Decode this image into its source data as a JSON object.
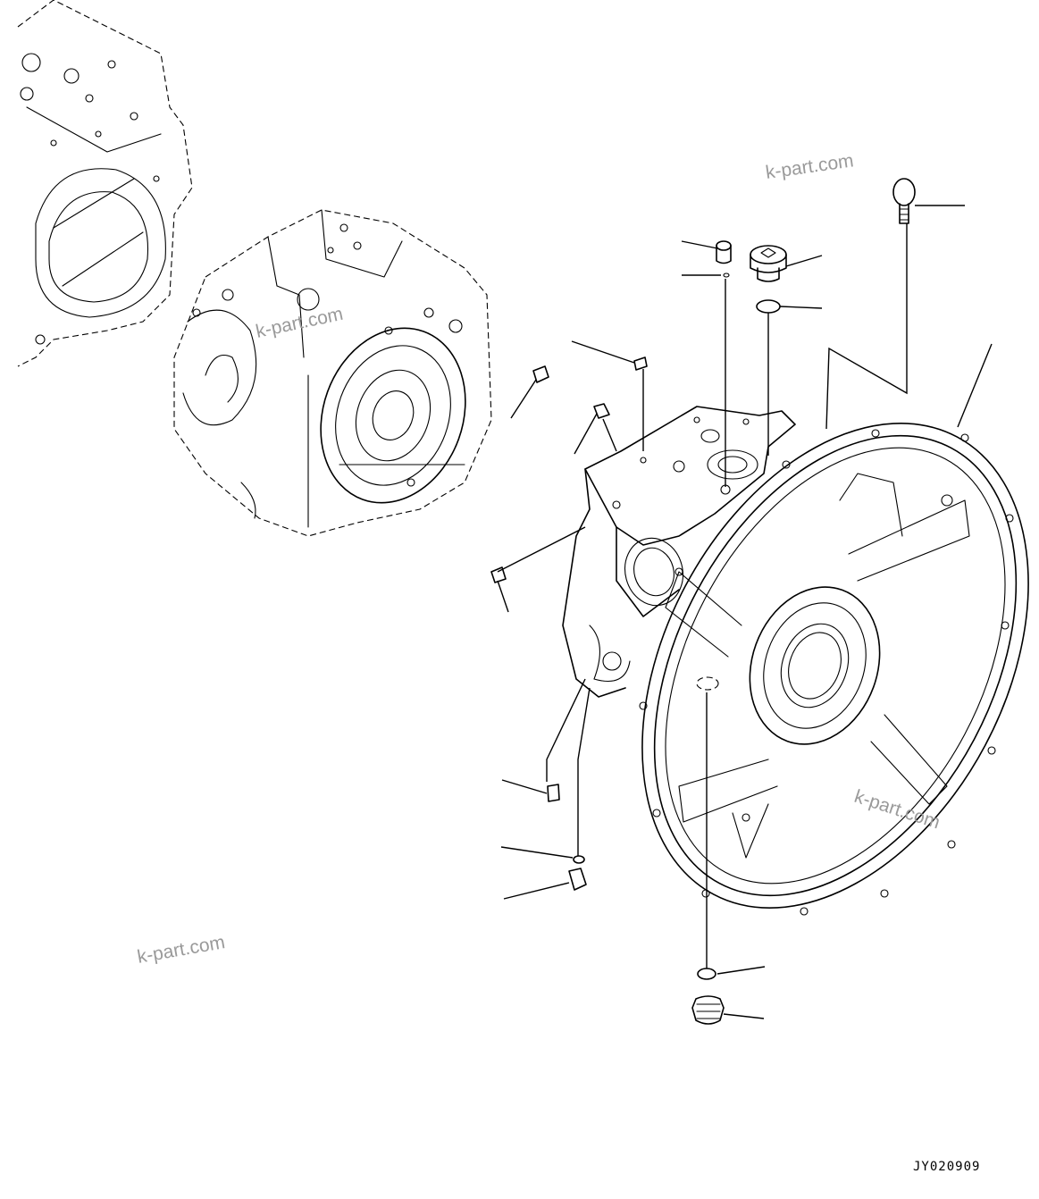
{
  "drawing": {
    "code": "JY020909",
    "watermarks": [
      "k-part.com",
      "k-part.com",
      "k-part.com",
      "k-part.com"
    ]
  }
}
